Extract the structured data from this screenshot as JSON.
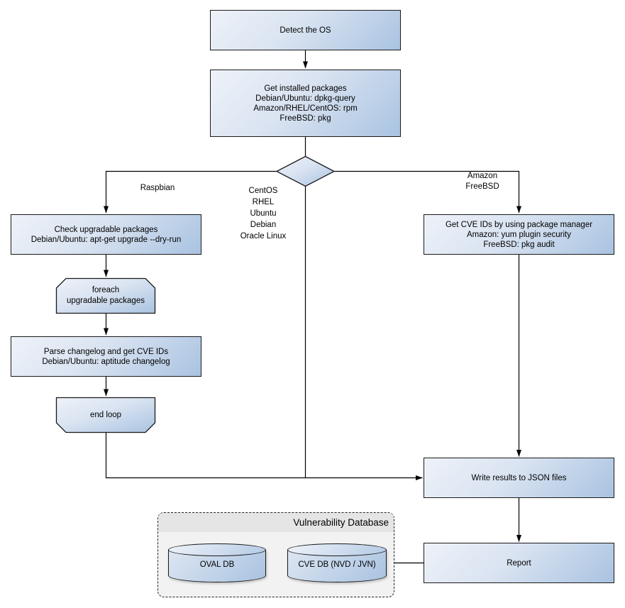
{
  "nodes": {
    "detect_os": "Detect the OS",
    "get_installed": "Get installed packages\nDebian/Ubuntu: dpkg-query\nAmazon/RHEL/CentOS: rpm\nFreeBSD: pkg",
    "check_upgradable": "Check upgradable packages\nDebian/Ubuntu: apt-get upgrade --dry-run",
    "foreach_loop": "foreach\nupgradable  packages",
    "parse_changelog": "Parse changelog and get  CVE IDs\nDebian/Ubuntu: aptitude changelog",
    "end_loop": "end loop",
    "get_cve_ids": "Get CVE IDs by using package manager\nAmazon: yum plugin security\nFreeBSD: pkg audit",
    "write_results": "Write results to JSON files",
    "report": "Report"
  },
  "branch_labels": {
    "left": "Raspbian",
    "middle": "CentOS\nRHEL\nUbuntu\nDebian\nOracle Linux",
    "right": "Amazon\nFreeBSD"
  },
  "database": {
    "title": "Vulnerability Database",
    "oval_db": "OVAL DB",
    "cve_db": "CVE DB (NVD / JVN)"
  },
  "colors": {
    "shape_fill_light": "#eef2f9",
    "shape_fill_dark": "#a9c3e1",
    "shape_border": "#1a1a1a",
    "connector": "#000000",
    "container_header": "#e5e5e5",
    "container_body": "#f2f2f2",
    "page_background": "#ffffff"
  }
}
